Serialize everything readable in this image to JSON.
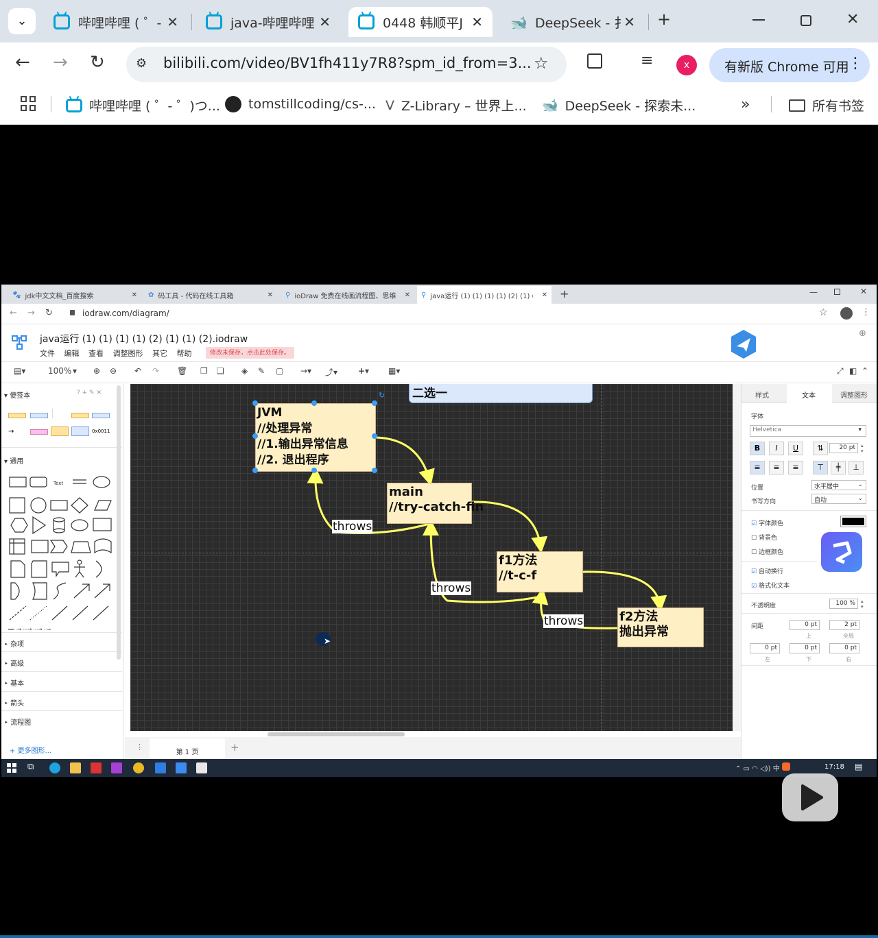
{
  "browser": {
    "tabs": [
      {
        "label": "哔哩哔哩 ( ゜-",
        "active": false
      },
      {
        "label": "java-哔哩哔哩",
        "active": false
      },
      {
        "label": "0448 韩顺平J",
        "active": true
      },
      {
        "label": "DeepSeek - 扌",
        "active": false
      }
    ],
    "url": "bilibili.com/video/BV1fh411y7R8?spm_id_from=3...",
    "profile_letter": "x",
    "update_label": "有新版 Chrome 可用",
    "bookmarks": [
      {
        "label": "哔哩哔哩 ( ゜- ゜)つ..."
      },
      {
        "label": "tomstillcoding/cs-..."
      },
      {
        "label": "Z-Library – 世界上..."
      },
      {
        "label": "DeepSeek - 探索未..."
      }
    ],
    "all_bookmarks": "所有书签"
  },
  "inner_browser": {
    "tabs": [
      {
        "label": "jdk中文文档_百度搜索"
      },
      {
        "label": "码工具 - 代码在线工具箱"
      },
      {
        "label": "ioDraw 免费在线画流程图、思维"
      },
      {
        "label": "java运行 (1) (1) (1) (1) (2) (1) (1"
      }
    ],
    "url": "iodraw.com/diagram/"
  },
  "iodraw": {
    "filename": "java运行 (1) (1) (1) (1) (2) (1) (1) (2).iodraw",
    "menu": [
      "文件",
      "编辑",
      "查看",
      "调整图形",
      "其它",
      "帮助"
    ],
    "unsaved_notice": "修改未保存，点击此处保存。",
    "zoom": "100%",
    "sidebar": {
      "scratchpad": "便签本",
      "general": "通用",
      "text_shape": "Text",
      "hex_label": "0x0011",
      "sections": [
        "杂项",
        "高级",
        "基本",
        "箭头",
        "流程图"
      ],
      "more_shapes": "更多图形..."
    },
    "diagram": {
      "partial_title": "二选一",
      "nodes": [
        {
          "id": "jvm",
          "text": "JVM\n//处理异常\n//1.输出异常信息\n//2. 退出程序"
        },
        {
          "id": "main",
          "text": "main\n//try-catch-fin"
        },
        {
          "id": "f1",
          "text": "f1方法\n//t-c-f"
        },
        {
          "id": "f2",
          "text": "f2方法\n抛出异常"
        }
      ],
      "edge_labels": [
        "throws",
        "throws",
        "throws"
      ]
    },
    "page_tab": "第 1 页",
    "right_panel": {
      "tabs": [
        "样式",
        "文本",
        "调整图形"
      ],
      "font_label": "字体",
      "font": "Helvetica",
      "font_size": "20 pt",
      "position_label": "位置",
      "position_value": "水平居中",
      "direction_label": "书写方向",
      "direction_value": "自动",
      "checks": [
        {
          "label": "字体颜色",
          "checked": true
        },
        {
          "label": "背景色",
          "checked": false
        },
        {
          "label": "边框颜色",
          "checked": false
        },
        {
          "label": "自动换行",
          "checked": true
        },
        {
          "label": "格式化文本",
          "checked": true
        }
      ],
      "opacity_label": "不透明度",
      "opacity": "100 %",
      "spacing_label": "间距",
      "spacing_top": "0 pt",
      "spacing_global": "2 pt",
      "top_label": "上",
      "global_label": "全局",
      "left": "0 pt",
      "bottom": "0 pt",
      "right": "0 pt",
      "left_label": "左",
      "bottom_label": "下",
      "right_label": "右"
    }
  },
  "taskbar": {
    "clock": "17:18",
    "ime": "中"
  }
}
